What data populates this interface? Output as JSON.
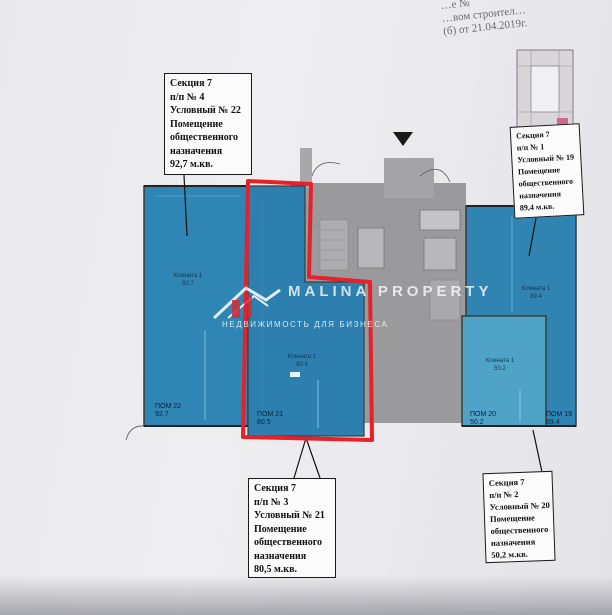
{
  "header": {
    "line1": "…е №",
    "line2": "…вом строител…",
    "line3": "(б) от 21.04.2019г."
  },
  "callouts": [
    {
      "id": "sec7-22",
      "lines": [
        "Секция 7",
        "п/п № 4",
        "Условный № 22",
        "Помещение",
        "общественного",
        "назначения",
        "92,7 м.кв."
      ]
    },
    {
      "id": "sec7-19",
      "lines": [
        "Секция 7",
        "п/п № 1",
        "Условный № 19",
        "Помещение",
        "общественного",
        "назначения",
        "89,4 м.кв."
      ]
    },
    {
      "id": "sec7-21",
      "lines": [
        "Секция 7",
        "п/п № 3",
        "Условный № 21",
        "Помещение",
        "общественного",
        "назначения",
        "80,5 м.кв."
      ]
    },
    {
      "id": "sec7-20",
      "lines": [
        "Секция 7",
        "п/п № 2",
        "Условный № 20",
        "Помещение",
        "общественного",
        "назначения",
        "50,2 м.кв."
      ]
    }
  ],
  "rooms": {
    "r22": {
      "name": "Комната 1",
      "area": "92.7",
      "pom": "ПОМ 22",
      "pom_area": "92.7"
    },
    "r21": {
      "name": "Комната 1",
      "area": "80.5",
      "pom": "ПОМ 21",
      "pom_area": "80.5"
    },
    "r19": {
      "name": "Комната 1",
      "area": "89.4",
      "pom": "ПОМ 19",
      "pom_area": "89.4"
    },
    "r20": {
      "name": "Комната 1",
      "area": "50.2",
      "pom": "ПОМ 20",
      "pom_area": "50.2"
    }
  },
  "watermark": {
    "name": "MALINA PROPERTY",
    "subtitle": "НЕДВИЖИМОСТЬ ДЛЯ БИЗНЕСА"
  },
  "colors": {
    "unit_fill": "#2f86b4",
    "highlight": "#e8202a",
    "core_gray": "#9a9a9c",
    "callout_border": "#1a1a1a"
  }
}
